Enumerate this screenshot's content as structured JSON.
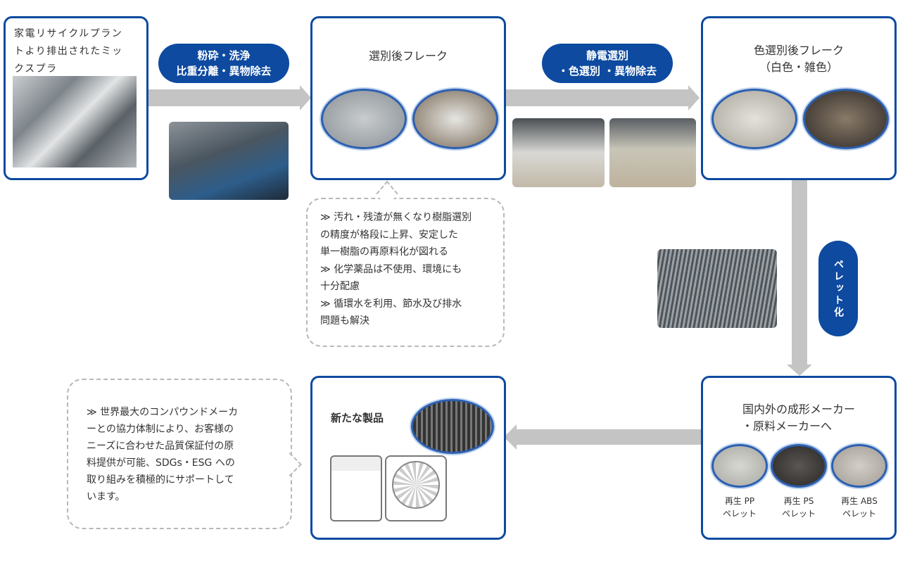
{
  "steps": {
    "source": {
      "lines": [
        "家電リサイクルプラン",
        "トより排出されたミッ",
        "クスプラ"
      ]
    },
    "process1": {
      "lines": [
        "粉砕・洗浄",
        "比重分離・異物除去"
      ]
    },
    "flakes": {
      "title": "選別後フレーク"
    },
    "process2": {
      "lines": [
        "静電選別",
        "・色選別 ・異物除去"
      ]
    },
    "color_flakes": {
      "lines": [
        "色選別後フレーク",
        "（白色・雑色）"
      ]
    },
    "pelletize": {
      "label": "ペレット化"
    },
    "makers": {
      "lines": [
        "国内外の成形メーカー",
        "・原料メーカーへ"
      ],
      "pellets": [
        {
          "name": "再生 PP",
          "sub": "ペレット"
        },
        {
          "name": "再生 PS",
          "sub": "ペレット"
        },
        {
          "name": "再生 ABS",
          "sub": "ペレット"
        }
      ]
    },
    "products": {
      "title": "新たな製品"
    }
  },
  "notes": {
    "benefits": [
      "≫ 汚れ・残渣が無くなり樹脂選別",
      "の精度が格段に上昇、安定した",
      "単一樹脂の再原料化が図れる",
      "≫ 化学薬品は不使用、環境にも",
      "十分配慮",
      "≫ 循環水を利用、節水及び排水",
      "問題も解決"
    ],
    "partnership": [
      "≫ 世界最大のコンパウンドメーカ",
      "ーとの協力体制により、お客様の",
      "ニーズに合わせた品質保証付の原",
      "料提供が可能、SDGs・ESG への",
      "取り組みを積極的にサポートして",
      "います。"
    ]
  },
  "colors": {
    "accent": "#0d4aa0",
    "arrow": "#c4c4c4"
  }
}
